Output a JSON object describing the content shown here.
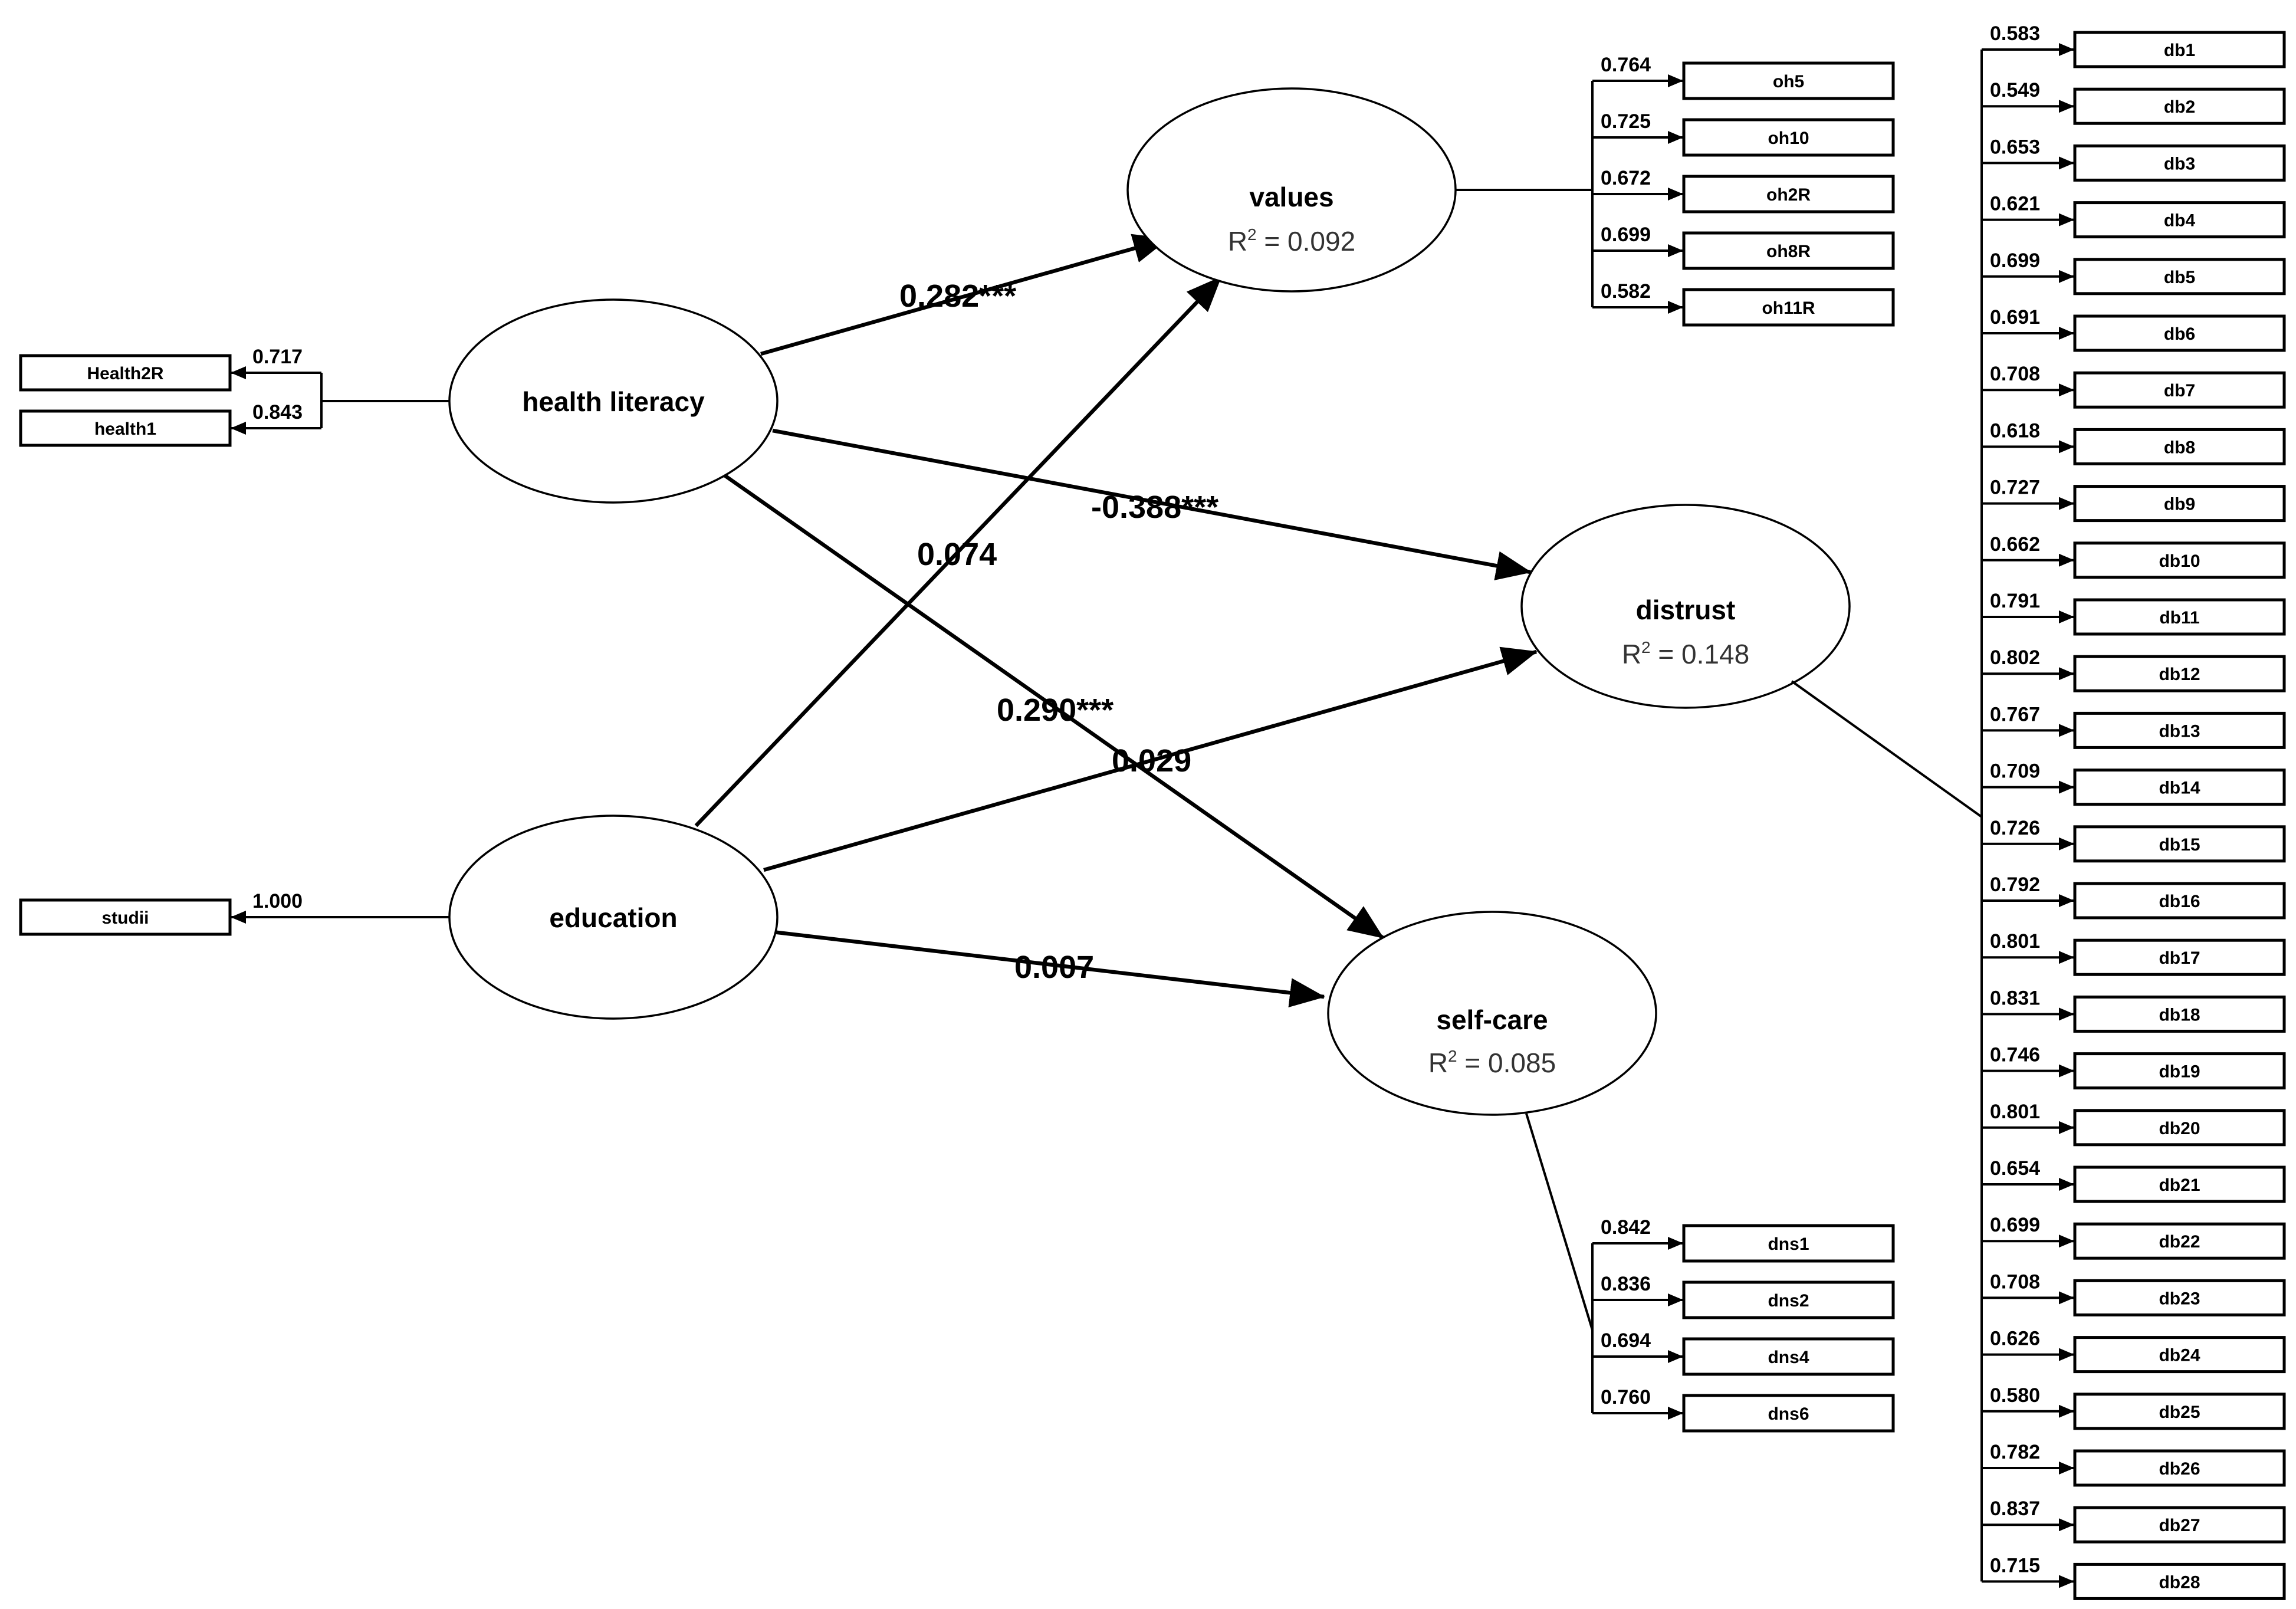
{
  "latents": {
    "values": {
      "name": "values",
      "r2_prefix": "R",
      "r2_sup": "2",
      "r2_value": " = 0.092"
    },
    "health": {
      "name": "health literacy"
    },
    "distrust": {
      "name": "distrust",
      "r2_prefix": "R",
      "r2_sup": "2",
      "r2_value": " = 0.148"
    },
    "education": {
      "name": "education"
    },
    "selfcare": {
      "name": "self-care",
      "r2_prefix": "R",
      "r2_sup": "2",
      "r2_value": " = 0.085"
    }
  },
  "paths": {
    "health_values": "0.282***",
    "health_distrust": "-0.388***",
    "education_values": "0.074",
    "health_selfcare": "0.290***",
    "education_distrust": "0.029",
    "education_selfcare": "0.007"
  },
  "health_indicators": [
    {
      "label": "Health2R",
      "loading": "0.717"
    },
    {
      "label": "health1",
      "loading": "0.843"
    }
  ],
  "education_indicators": [
    {
      "label": "studii",
      "loading": "1.000"
    }
  ],
  "values_indicators": [
    {
      "label": "oh5",
      "loading": "0.764"
    },
    {
      "label": "oh10",
      "loading": "0.725"
    },
    {
      "label": "oh2R",
      "loading": "0.672"
    },
    {
      "label": "oh8R",
      "loading": "0.699"
    },
    {
      "label": "oh11R",
      "loading": "0.582"
    }
  ],
  "selfcare_indicators": [
    {
      "label": "dns1",
      "loading": "0.842"
    },
    {
      "label": "dns2",
      "loading": "0.836"
    },
    {
      "label": "dns4",
      "loading": "0.694"
    },
    {
      "label": "dns6",
      "loading": "0.760"
    }
  ],
  "distrust_indicators": [
    {
      "label": "db1",
      "loading": "0.583"
    },
    {
      "label": "db2",
      "loading": "0.549"
    },
    {
      "label": "db3",
      "loading": "0.653"
    },
    {
      "label": "db4",
      "loading": "0.621"
    },
    {
      "label": "db5",
      "loading": "0.699"
    },
    {
      "label": "db6",
      "loading": "0.691"
    },
    {
      "label": "db7",
      "loading": "0.708"
    },
    {
      "label": "db8",
      "loading": "0.618"
    },
    {
      "label": "db9",
      "loading": "0.727"
    },
    {
      "label": "db10",
      "loading": "0.662"
    },
    {
      "label": "db11",
      "loading": "0.791"
    },
    {
      "label": "db12",
      "loading": "0.802"
    },
    {
      "label": "db13",
      "loading": "0.767"
    },
    {
      "label": "db14",
      "loading": "0.709"
    },
    {
      "label": "db15",
      "loading": "0.726"
    },
    {
      "label": "db16",
      "loading": "0.792"
    },
    {
      "label": "db17",
      "loading": "0.801"
    },
    {
      "label": "db18",
      "loading": "0.831"
    },
    {
      "label": "db19",
      "loading": "0.746"
    },
    {
      "label": "db20",
      "loading": "0.801"
    },
    {
      "label": "db21",
      "loading": "0.654"
    },
    {
      "label": "db22",
      "loading": "0.699"
    },
    {
      "label": "db23",
      "loading": "0.708"
    },
    {
      "label": "db24",
      "loading": "0.626"
    },
    {
      "label": "db25",
      "loading": "0.580"
    },
    {
      "label": "db26",
      "loading": "0.782"
    },
    {
      "label": "db27",
      "loading": "0.837"
    },
    {
      "label": "db28",
      "loading": "0.715"
    }
  ]
}
